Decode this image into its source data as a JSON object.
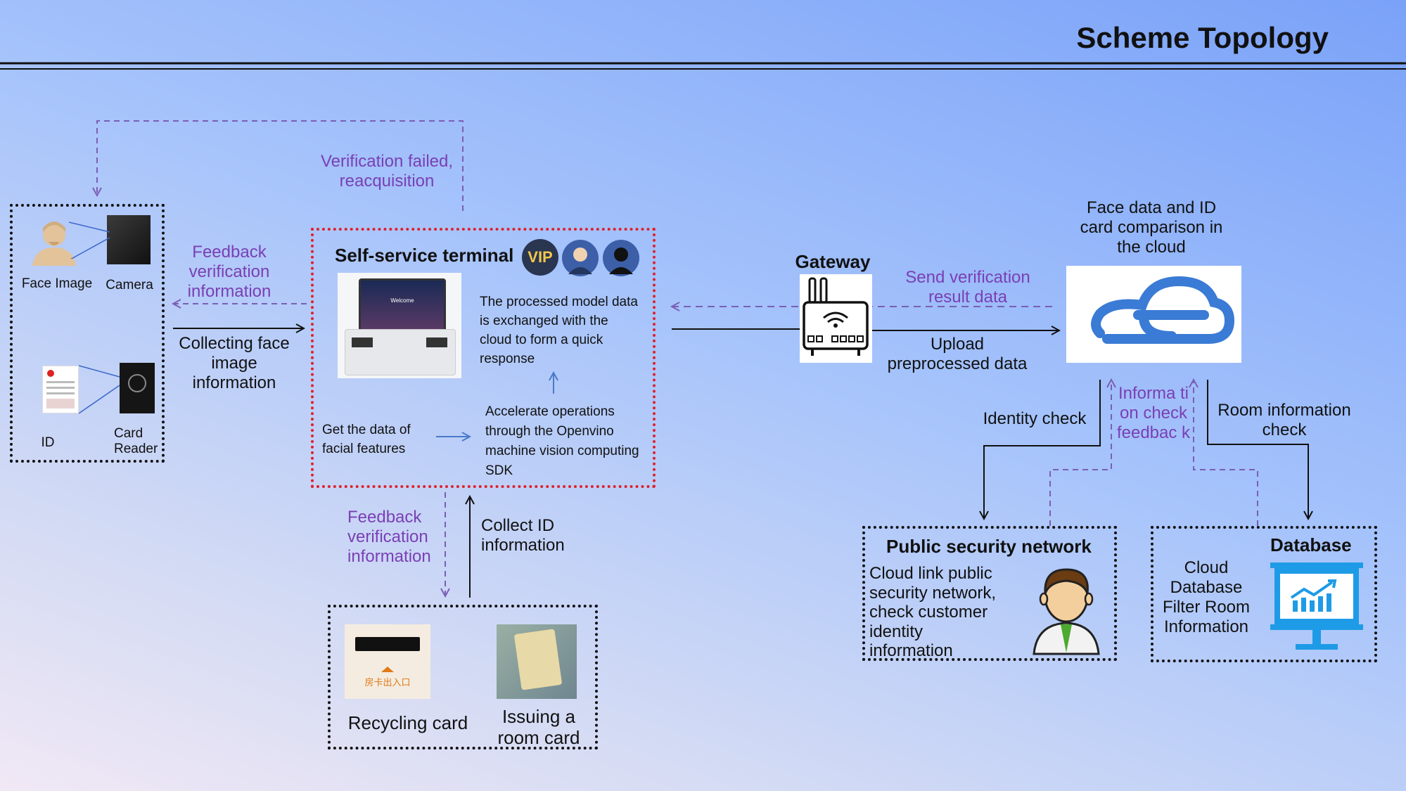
{
  "title": "Scheme Topology",
  "capture": {
    "face_image_label": "Face Image",
    "camera_label": "Camera",
    "id_label": "ID",
    "card_reader_label": "Card Reader"
  },
  "arrows": {
    "verification_failed": "Verification failed, reacquisition",
    "feedback_verification_top": "Feedback verification information",
    "collecting_face": "Collecting face image information",
    "feedback_verification_bottom": "Feedback verification information",
    "collect_id": "Collect ID information",
    "send_verification": "Send verification result data",
    "upload_preprocessed": "Upload preprocessed data",
    "identity_check": "Identity check",
    "information_check_feedback": "Informa tion check feedbac k",
    "room_information_check": "Room information check"
  },
  "terminal": {
    "title": "Self-service terminal",
    "model_exchange": "The processed model data is exchanged with the cloud to form a quick response",
    "get_features": "Get the data of facial features",
    "accelerate": "Accelerate operations through the Openvino machine vision computing SDK",
    "vip_badge": "VIP",
    "screen_text": "Welcome"
  },
  "gateway": {
    "label": "Gateway"
  },
  "cloud": {
    "label": "Face data and ID card comparison in the cloud"
  },
  "public_security": {
    "title": "Public security network",
    "desc": "Cloud link public security network, check customer identity information"
  },
  "database": {
    "title": "Database",
    "desc": "Cloud Database Filter Room Information"
  },
  "cards": {
    "recycling": "Recycling card",
    "issuing": "Issuing a room card",
    "slot_text": "房卡出入口"
  },
  "colors": {
    "accent_purple": "#7a3fb5",
    "red_border": "#e0202a",
    "cloud_blue": "#3a7bd5"
  }
}
